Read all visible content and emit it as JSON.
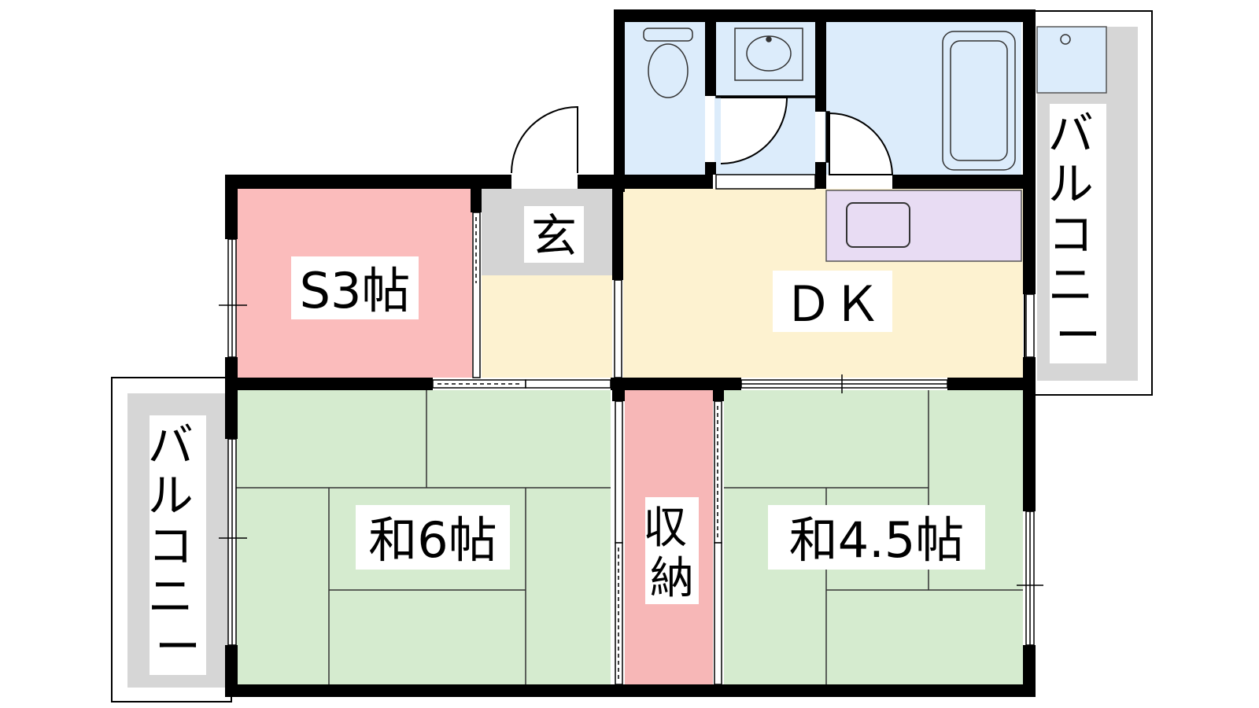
{
  "floor_plan": {
    "rooms": {
      "s_room": {
        "label": "S3帖"
      },
      "entrance": {
        "label": "玄"
      },
      "dining_kitchen": {
        "label": "ＤＫ"
      },
      "japanese_room_6": {
        "label": "和6帖"
      },
      "storage": {
        "label": "収納"
      },
      "japanese_room_45": {
        "label": "和4.5帖"
      }
    },
    "balconies": {
      "right": {
        "label": "バルコニー"
      },
      "left": {
        "label": "バルコニー"
      }
    },
    "fixtures": [
      "toilet-icon",
      "washbasin-icon",
      "bathtub-icon",
      "kitchen-sink-icon",
      "washing-machine-icon"
    ],
    "colors": {
      "wall": "#000000",
      "western_room": "#fbbcbc",
      "storage": "#f7b7b7",
      "kitchen_floor": "#fdf2d0",
      "entrance_tile": "#d4d4d4",
      "wet_area": "#dcecfb",
      "tatami": "#d5ebcf",
      "kitchen_counter": "#e8dcf3",
      "balcony": "#d6d6d6"
    }
  }
}
